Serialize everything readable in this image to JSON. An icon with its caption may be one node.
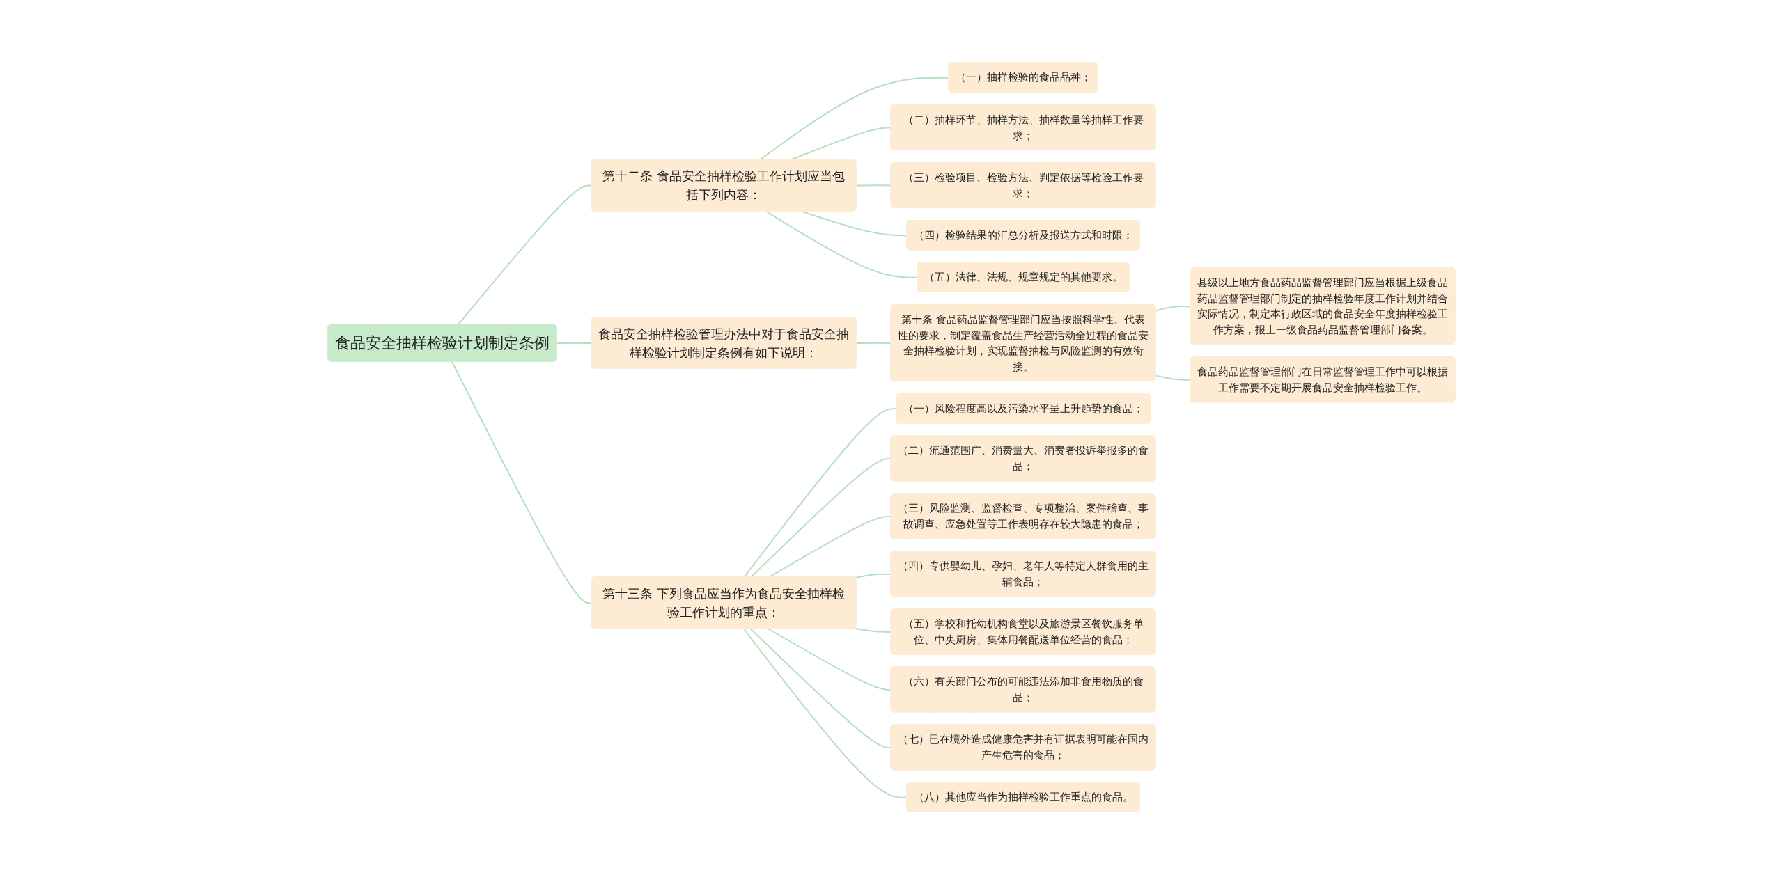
{
  "diagram": {
    "nodes": [
      {
        "text": [
          "食品安全抽样检验计划制定条例"
        ]
      },
      {
        "text": [
          "第十二条 食品安全抽样检验工作计划应当包括下列内容："
        ]
      },
      {
        "text": [
          "（一）抽样检验的食品品种；"
        ]
      },
      {
        "text": [
          "（二）抽样环节、抽样方法、抽样数量等抽样工作要求；"
        ]
      },
      {
        "text": [
          "（三）检验项目、检验方法、判定依据等检验工作要求；"
        ]
      },
      {
        "text": [
          "（四）检验结果的汇总分析及报送方式和时限；"
        ]
      },
      {
        "text": [
          "（五）法律、法规、规章规定的其他要求。"
        ]
      },
      {
        "text": [
          "食品安全抽样检验管理办法中对于食品安全抽样检验计划制定条例有如下说明："
        ]
      },
      {
        "text": [
          "第十条 食品药品监督管理部门应当按照科学性、代表性的要求，制定覆盖食品生产经营活动全过程的食品安全抽样检验计划，实现监督抽检与风险监测的有效衔接。"
        ]
      },
      {
        "text": [
          "县级以上地方食品药品监督管理部门应当根据上级食品药品监督管理部门制定的抽样检验年度工作计划并结合实际情况，制定本行政区域的食品安全年度抽样检验工作方案，报上一级食品药品监督管理部门备案。"
        ]
      },
      {
        "text": [
          "食品药品监督管理部门在日常监督管理工作中可以根据工作需要不定期开展食品安全抽样检验工作。"
        ]
      },
      {
        "text": [
          "第十三条 下列食品应当作为食品安全抽样检验工作计划的重点："
        ]
      },
      {
        "text": [
          "（一）风险程度高以及污染水平呈上升趋势的食品；"
        ]
      },
      {
        "text": [
          "（二）流通范围广、消费量大、消费者投诉举报多的食品；"
        ]
      },
      {
        "text": [
          "（三）风险监测、监督检查、专项整治、案件稽查、事故调查、应急处置等工作表明存在较大隐患的食品；"
        ]
      },
      {
        "text": [
          "（四）专供婴幼儿、孕妇、老年人等特定人群食用的主辅食品；"
        ]
      },
      {
        "text": [
          "（五）学校和托幼机构食堂以及旅游景区餐饮服务单位、中央厨房、集体用餐配送单位经营的食品；"
        ]
      },
      {
        "text": [
          "（六）有关部门公布的可能违法添加非食用物质的食品；"
        ]
      },
      {
        "text": [
          "（七）已在境外造成健康危害并有证据表明可能在国内产生危害的食品；"
        ]
      },
      {
        "text": [
          "（八）其他应当作为抽样检验工作重点的食品。"
        ]
      }
    ],
    "edges": [
      {
        "from": 0,
        "to": 1,
        "arrow": "none"
      },
      {
        "from": 1,
        "to": 2,
        "arrow": "none"
      },
      {
        "from": 1,
        "to": 3,
        "arrow": "none"
      },
      {
        "from": 1,
        "to": 4,
        "arrow": "none"
      },
      {
        "from": 1,
        "to": 5,
        "arrow": "none"
      },
      {
        "from": 1,
        "to": 6,
        "arrow": "none"
      },
      {
        "from": 0,
        "to": 7,
        "arrow": "none"
      },
      {
        "from": 7,
        "to": 8,
        "arrow": "none"
      },
      {
        "from": 8,
        "to": 9,
        "arrow": "none"
      },
      {
        "from": 8,
        "to": 10,
        "arrow": "none"
      },
      {
        "from": 0,
        "to": 11,
        "arrow": "none"
      },
      {
        "from": 11,
        "to": 12,
        "arrow": "none"
      },
      {
        "from": 11,
        "to": 13,
        "arrow": "none"
      },
      {
        "from": 11,
        "to": 14,
        "arrow": "none"
      },
      {
        "from": 11,
        "to": 15,
        "arrow": "none"
      },
      {
        "from": 11,
        "to": 16,
        "arrow": "none"
      },
      {
        "from": 11,
        "to": 17,
        "arrow": "none"
      },
      {
        "from": 11,
        "to": 18,
        "arrow": "none"
      },
      {
        "from": 11,
        "to": 19,
        "arrow": "none"
      }
    ]
  }
}
